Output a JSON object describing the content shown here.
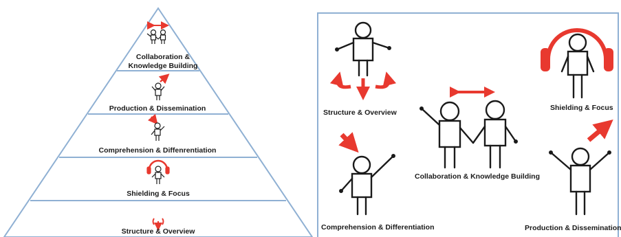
{
  "colors": {
    "accent_red": "#e8392f",
    "line_blue": "#8fb0d3",
    "ink": "#1a1a1a"
  },
  "pyramid": {
    "title": "Pyramid of learning stages",
    "levels": [
      {
        "label_line1": "Collaboration &",
        "label_line2": "Knowledge Building",
        "icon": "two-people-arrow-icon"
      },
      {
        "label": "Production & Dissemination",
        "icon": "person-arrow-up-icon"
      },
      {
        "label": "Comprehension & Diffenrentiation",
        "icon": "person-arrow-down-icon"
      },
      {
        "label": "Shielding & Focus",
        "icon": "person-headphones-icon"
      },
      {
        "label": "Structure & Overview",
        "icon": "person-curved-arrows-icon"
      }
    ]
  },
  "panel": {
    "items": {
      "structure": "Structure & Overview",
      "comprehension": "Comprehension & Differentiation",
      "collaboration": "Collaboration & Knowledge Building",
      "shielding": "Shielding & Focus",
      "production": "Production & Dissemination"
    }
  }
}
